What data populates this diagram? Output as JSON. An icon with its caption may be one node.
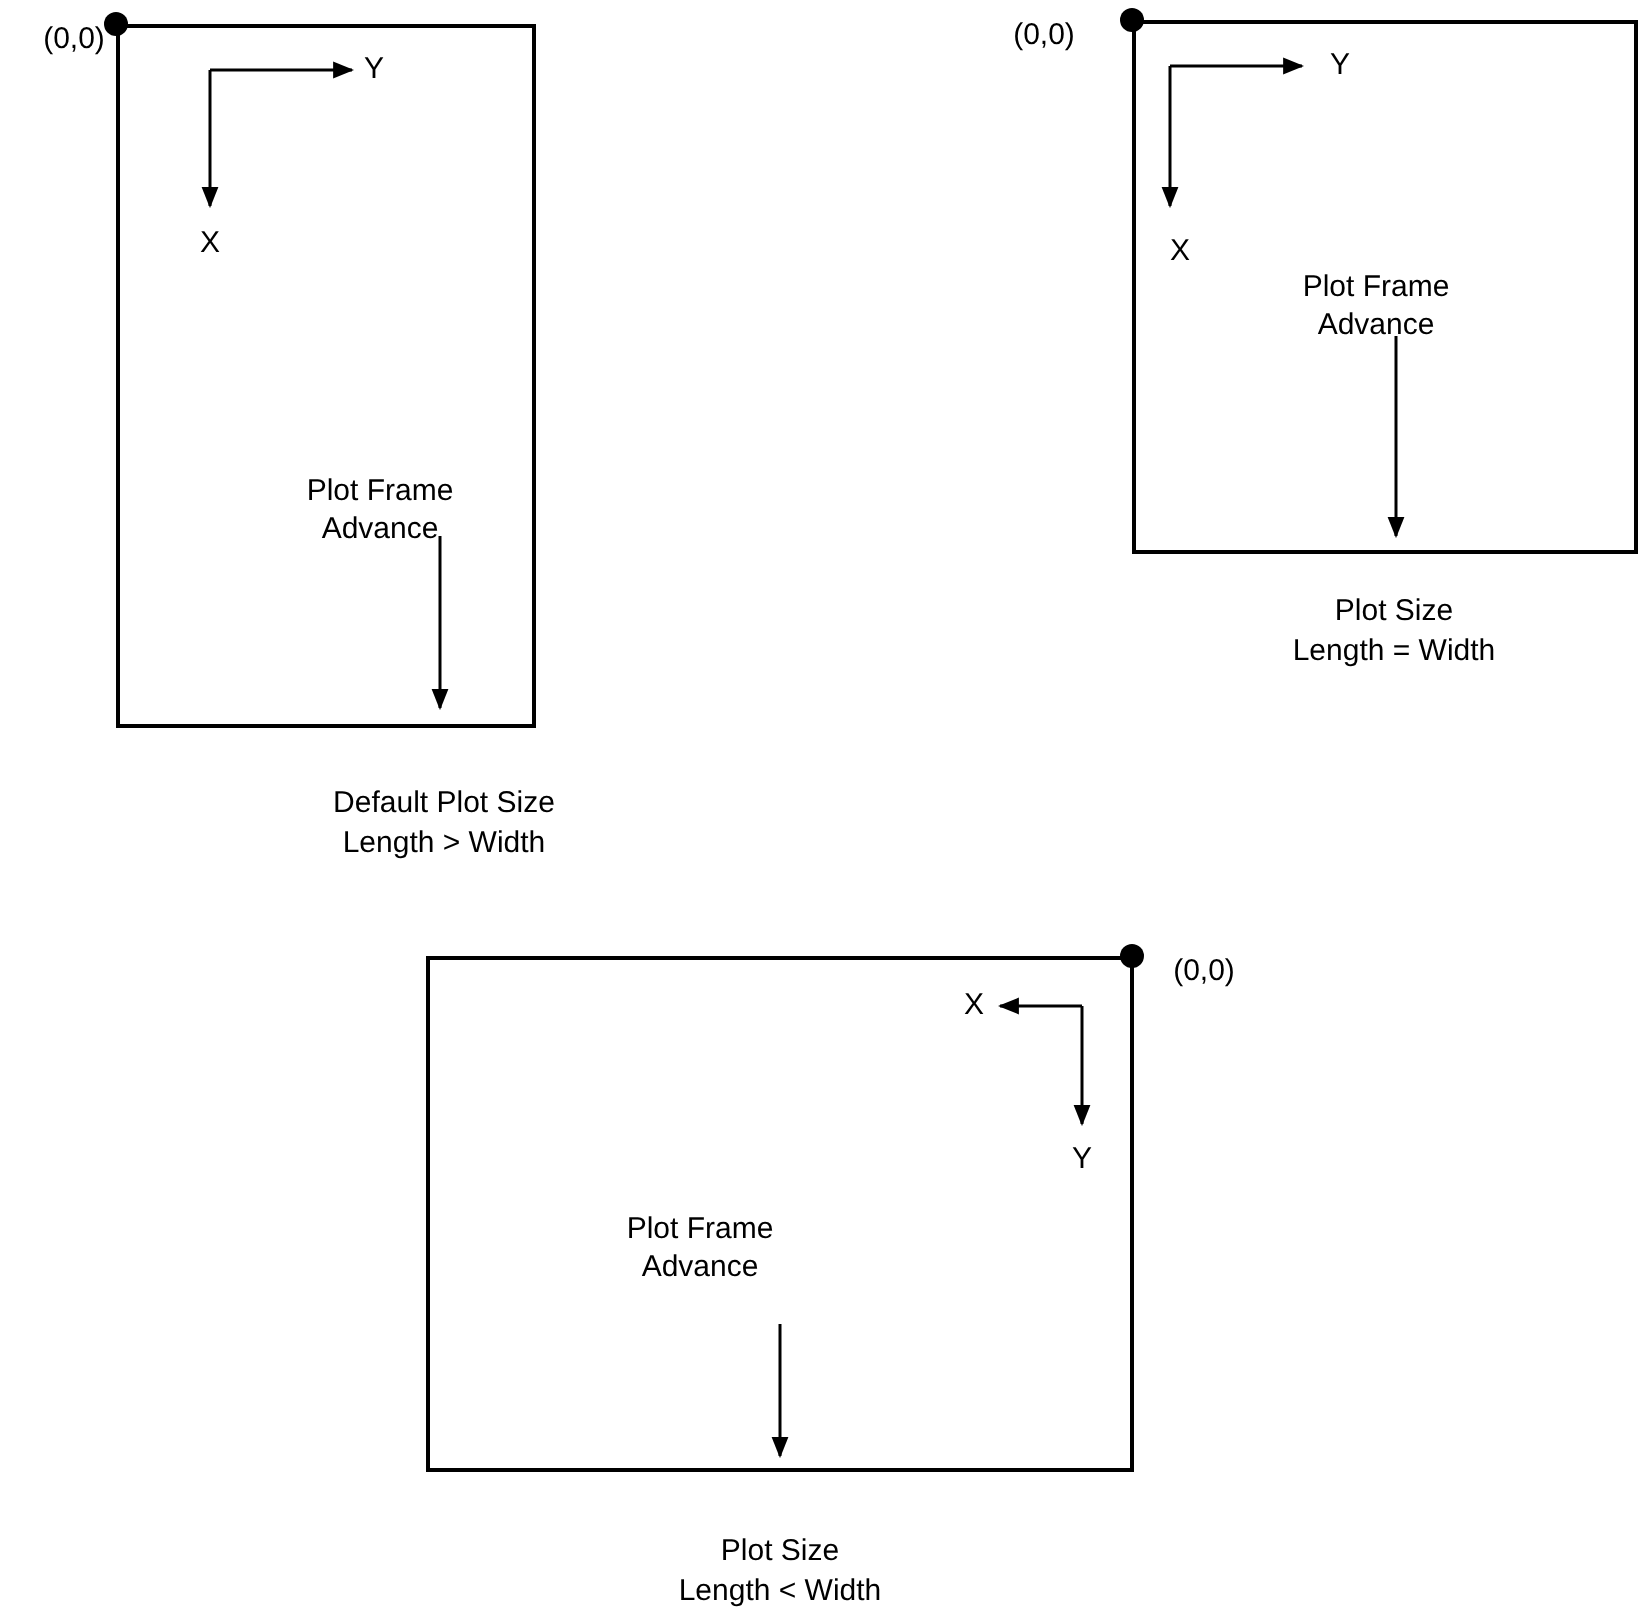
{
  "diagram": {
    "nodes": [
      {
        "text": [
          "Plot Frame Advance"
        ],
        "beside": [
          "Default Plot Size",
          "Length > Width"
        ]
      },
      {
        "text": [
          "Plot Frame Advance"
        ],
        "beside": [
          "Plot Size",
          "Length = Width"
        ]
      },
      {
        "text": [
          "Plot Frame Advance"
        ],
        "beside": [
          "Plot Size",
          "Length < Width"
        ]
      }
    ],
    "labels": [
      "(0,0)",
      "Y",
      "X",
      "(0,0)",
      "Y",
      "X",
      "X",
      "(0,0)",
      "Y"
    ]
  }
}
